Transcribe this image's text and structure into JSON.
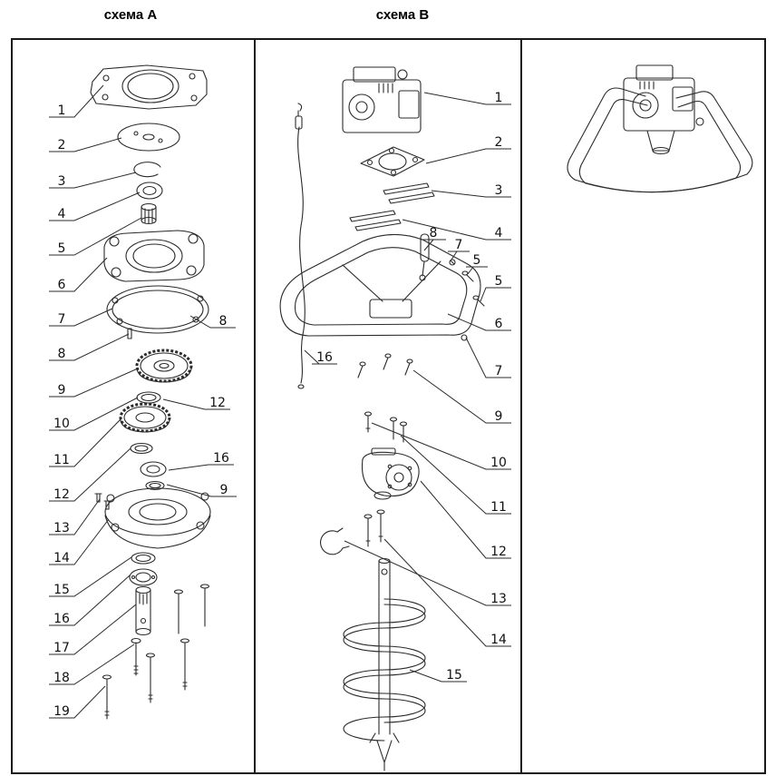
{
  "header": {
    "scheme_a_title": "схема A",
    "scheme_b_title": "схема B"
  },
  "scheme_a": {
    "callouts": [
      "1",
      "2",
      "3",
      "4",
      "5",
      "6",
      "7",
      "8",
      "9",
      "10",
      "11",
      "12",
      "13",
      "14",
      "15",
      "16",
      "17",
      "18",
      "19",
      "8",
      "12",
      "16",
      "9"
    ]
  },
  "scheme_b": {
    "callouts": [
      "1",
      "2",
      "3",
      "4",
      "8",
      "7",
      "5",
      "5",
      "6",
      "7",
      "9",
      "10",
      "11",
      "12",
      "13",
      "14",
      "15",
      "16"
    ]
  },
  "colors": {
    "line": "#2b2b2b",
    "border": "#1a1a1a",
    "background": "#ffffff"
  }
}
